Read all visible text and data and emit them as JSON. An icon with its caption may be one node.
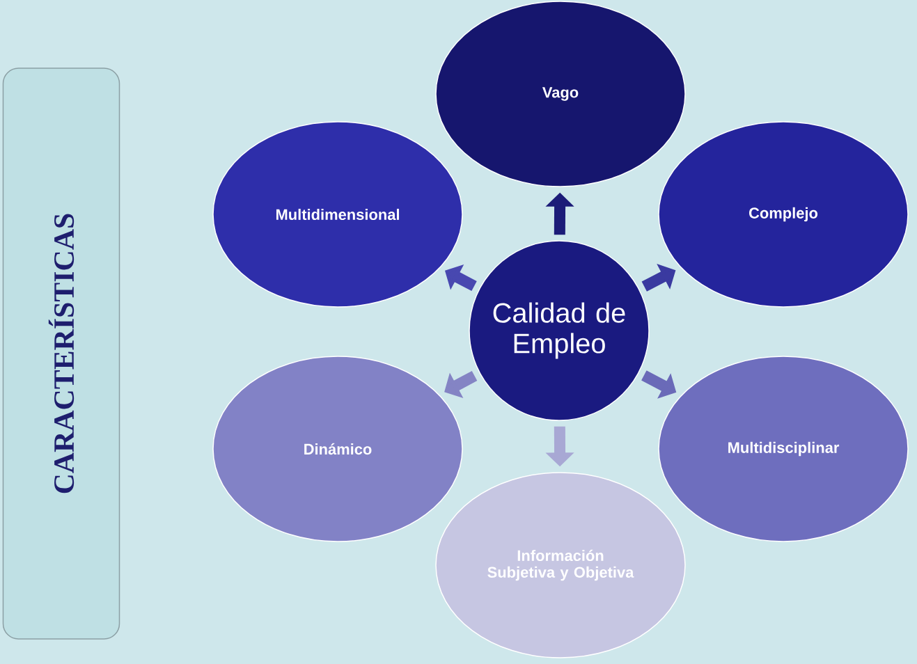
{
  "diagram": {
    "nodes": [
      {
        "text": [
          "CARACTERÍSTICAS"
        ]
      },
      {
        "text": [
          "Calidad de Empleo"
        ]
      },
      {
        "text": [
          "Vago"
        ]
      },
      {
        "text": [
          "Complejo"
        ]
      },
      {
        "text": [
          "Multidisciplinar"
        ]
      },
      {
        "text": [
          "Información Subjetiva y Objetiva"
        ]
      },
      {
        "text": [
          "Dinámico"
        ]
      },
      {
        "text": [
          "Multidimensional"
        ]
      }
    ],
    "edges": [
      {
        "from": 1,
        "to": 2,
        "arrow": "to",
        "color": "#1c1c78"
      },
      {
        "from": 1,
        "to": 3,
        "arrow": "to",
        "color": "#3a3aa0"
      },
      {
        "from": 1,
        "to": 4,
        "arrow": "to",
        "color": "#6a6ab8"
      },
      {
        "from": 1,
        "to": 5,
        "arrow": "to",
        "color": "#a8a8d4"
      },
      {
        "from": 1,
        "to": 6,
        "arrow": "to",
        "color": "#8484c4"
      },
      {
        "from": 1,
        "to": 7,
        "arrow": "to",
        "color": "#4848b0"
      }
    ]
  }
}
